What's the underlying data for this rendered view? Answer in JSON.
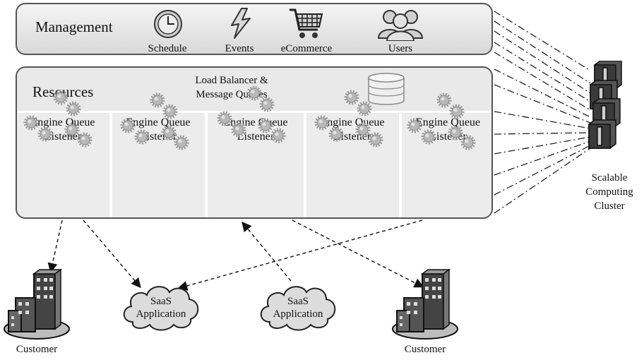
{
  "management": {
    "title": "Management",
    "items": [
      {
        "label": "Schedule",
        "icon": "clock-icon"
      },
      {
        "label": "Events",
        "icon": "lightning-icon"
      },
      {
        "label": "eCommerce",
        "icon": "shopping-cart-icon"
      },
      {
        "label": "Users",
        "icon": "users-icon"
      }
    ]
  },
  "resources": {
    "title": "Resources",
    "load_balancer_line1": "Load Balancer &",
    "load_balancer_line2": "Message Queues",
    "database_icon": "database-icon",
    "engines": [
      {
        "line1": "Engine Queue",
        "line2": "Listener"
      },
      {
        "line1": "Engine Queue",
        "line2": "Listener"
      },
      {
        "line1": "Engine Queue",
        "line2": "Listener"
      },
      {
        "line1": "Engine Queue",
        "line2": "Listener"
      },
      {
        "line1": "Engine Queue",
        "line2": "Listener"
      }
    ]
  },
  "cluster": {
    "line1": "Scalable",
    "line2": "Computing",
    "line3": "Cluster",
    "icon": "server-stack-icon"
  },
  "bottom": {
    "customer_left": "Customer",
    "customer_right": "Customer",
    "saas_left_line1": "SaaS",
    "saas_left_line2": "Application",
    "saas_right_line1": "SaaS",
    "saas_right_line2": "Application",
    "building_icon": "office-building-icon",
    "cloud_icon": "cloud-icon"
  }
}
